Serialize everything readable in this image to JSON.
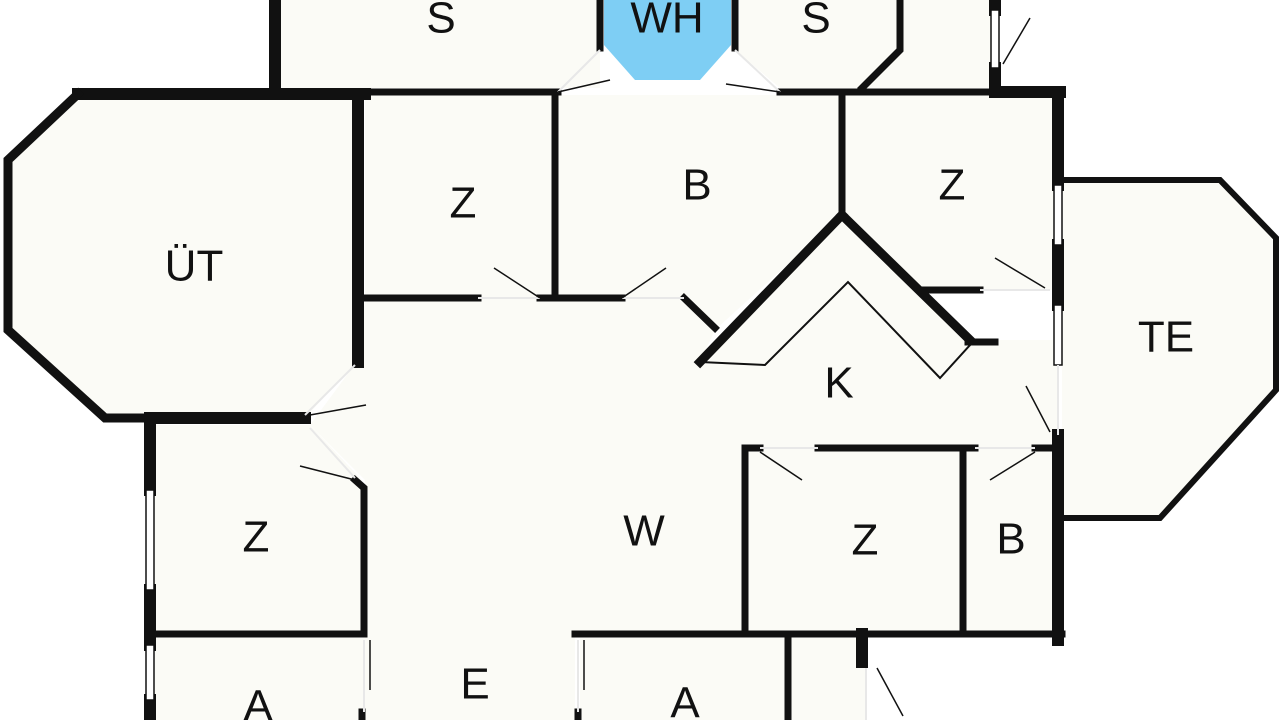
{
  "colors": {
    "floor": "#fbfbf6",
    "wall": "#111111",
    "highlight": "#7ecef4",
    "window": "#ffffff",
    "door_swing": "#111111",
    "door_gap": "#e8e8e8"
  },
  "rooms": {
    "s_left": "S",
    "wh": "WH",
    "s_right": "S",
    "ut": "ÜT",
    "z_top_left": "Z",
    "b_top": "B",
    "z_top_right": "Z",
    "te": "TE",
    "k": "K",
    "z_mid_left": "Z",
    "w": "W",
    "z_bottom_right": "Z",
    "b_bottom": "B",
    "e": "E",
    "a_left": "A",
    "a_right": "A"
  }
}
